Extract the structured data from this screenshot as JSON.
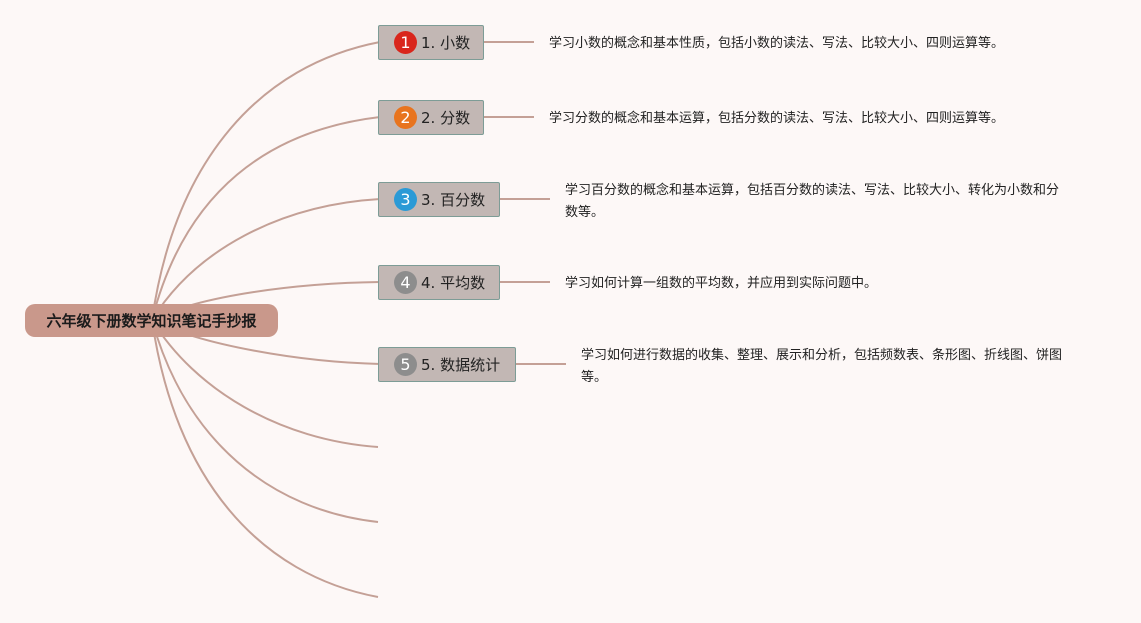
{
  "root": {
    "title": "六年级下册数学知识笔记手抄报"
  },
  "topics": [
    {
      "number": "1",
      "label": "1. 小数",
      "badge_color": "#d9261c",
      "description": "学习小数的概念和基本性质，包括小数的读法、写法、比较大小、四则运算等。"
    },
    {
      "number": "2",
      "label": "2. 分数",
      "badge_color": "#e8741e",
      "description": "学习分数的概念和基本运算，包括分数的读法、写法、比较大小、四则运算等。"
    },
    {
      "number": "3",
      "label": "3. 百分数",
      "badge_color": "#2b9ad6",
      "description": "学习百分数的概念和基本运算，包括百分数的读法、写法、比较大小、转化为小数和分数等。"
    },
    {
      "number": "4",
      "label": "4. 平均数",
      "badge_color": "#8d8d8d",
      "description": "学习如何计算一组数的平均数，并应用到实际问题中。"
    },
    {
      "number": "5",
      "label": "5. 数据统计",
      "badge_color": "#8d8d8d",
      "description": "学习如何进行数据的收集、整理、展示和分析，包括频数表、条形图、折线图、饼图等。"
    }
  ],
  "colors": {
    "branch": "#c4a096",
    "root_fill": "#c9988b",
    "node_fill": "#c2b7b4",
    "node_border": "#7d9c96"
  }
}
